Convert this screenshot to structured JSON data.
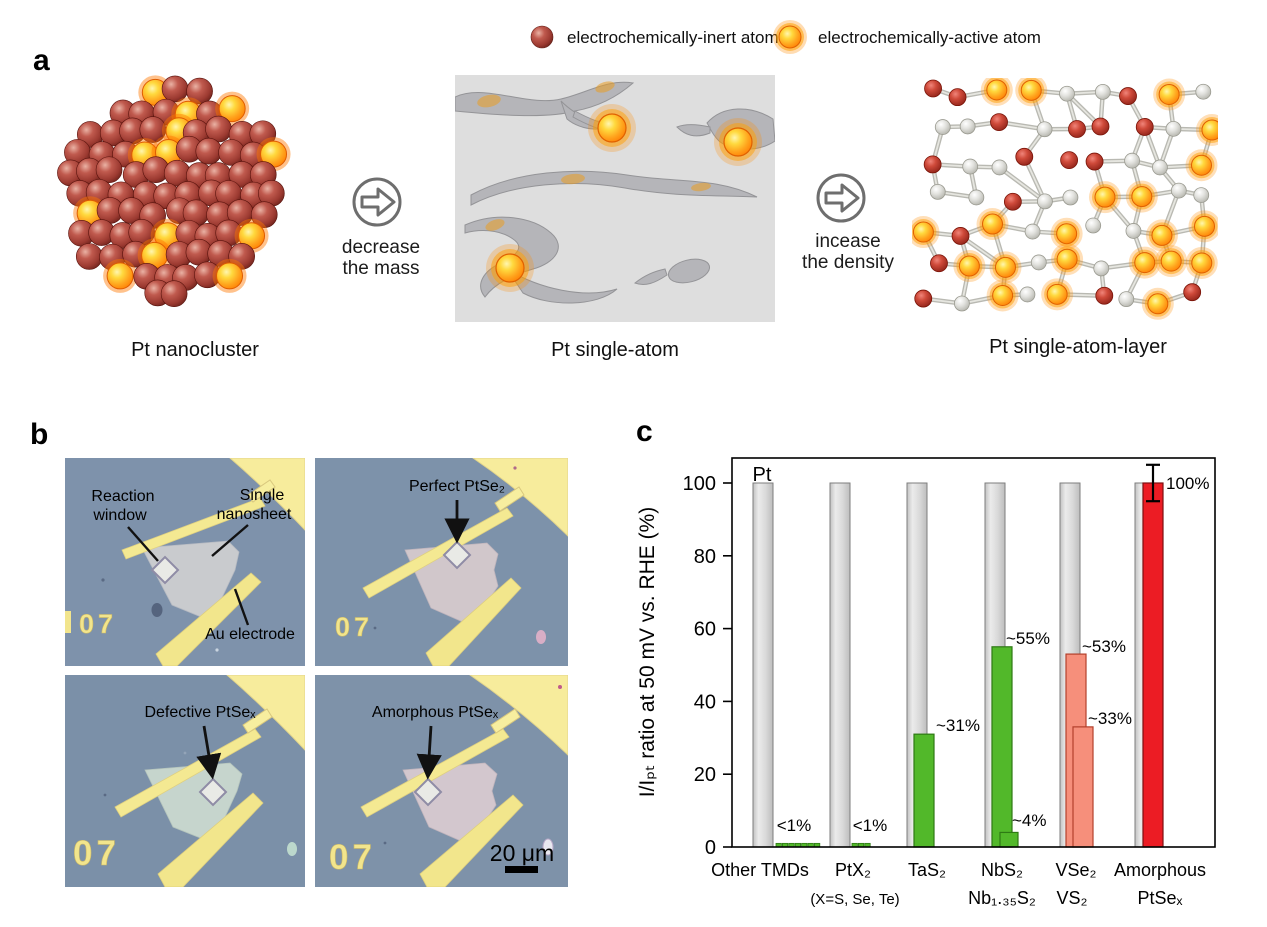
{
  "legend": {
    "inert_label": "electrochemically-inert atom",
    "active_label": "electrochemically-active atom"
  },
  "panel_a": {
    "label": "a",
    "captions": [
      "Pt nanocluster",
      "Pt single-atom",
      "Pt single-atom-layer"
    ],
    "arrows": [
      {
        "line1": "decrease",
        "line2": "the mass"
      },
      {
        "line1": "incease",
        "line2": "the density"
      }
    ]
  },
  "panel_b": {
    "label": "b",
    "images": [
      {
        "chip": "07",
        "labels": {
          "l1a": "Reaction",
          "l1b": "window",
          "l2a": "Single",
          "l2b": "nanosheet",
          "l3": "Au electrode"
        }
      },
      {
        "chip": "07",
        "title": "Perfect PtSe₂"
      },
      {
        "chip": "07",
        "title": "Defective PtSeₓ"
      },
      {
        "chip": "07",
        "title": "Amorphous PtSeₓ",
        "scale_bar": "20 μm"
      }
    ]
  },
  "chart_data": {
    "type": "bar",
    "panel_label": "c",
    "ylabel": "I/Iₚₜ ratio at 50 mV vs. RHE (%)",
    "ylim": [
      0,
      108
    ],
    "yticks": [
      0,
      20,
      40,
      60,
      80,
      100
    ],
    "grid": false,
    "reference_bar": {
      "label": "Pt",
      "value": 100,
      "color": "gray"
    },
    "groups": [
      {
        "tick_label": [
          "Other TMDs"
        ],
        "bars": [
          {
            "style": "tiny-row",
            "count": 7,
            "value": 1,
            "color": "green"
          }
        ],
        "annotations": [
          "<1%"
        ]
      },
      {
        "tick_label": [
          "PtX₂",
          "(X=S, Se, Te)"
        ],
        "bars": [
          {
            "style": "tiny-row",
            "count": 3,
            "value": 1,
            "color": "green"
          }
        ],
        "annotations": [
          "<1%"
        ]
      },
      {
        "tick_label": [
          "TaS₂"
        ],
        "bars": [
          {
            "value": 31,
            "color": "green"
          }
        ],
        "annotations": [
          "~31%"
        ]
      },
      {
        "tick_label": [
          "NbS₂",
          "Nb₁.₃₅S₂"
        ],
        "bars": [
          {
            "value": 55,
            "color": "green"
          },
          {
            "value": 4,
            "color": "green"
          }
        ],
        "annotations": [
          "~55%",
          "~4%"
        ]
      },
      {
        "tick_label": [
          "VSe₂",
          "VS₂"
        ],
        "bars": [
          {
            "value": 53,
            "color": "salmon"
          },
          {
            "value": 33,
            "color": "salmon"
          }
        ],
        "annotations": [
          "~53%",
          "~33%"
        ]
      },
      {
        "tick_label": [
          "Amorphous",
          "PtSeₓ"
        ],
        "bars": [
          {
            "value": 100,
            "color": "red",
            "error": 5
          }
        ],
        "annotations": [
          "100%"
        ]
      }
    ],
    "colors": {
      "gray": "#d6d6d6",
      "green": "#52b82a",
      "salmon": "#f68f7b",
      "red": "#ec1c24"
    }
  }
}
